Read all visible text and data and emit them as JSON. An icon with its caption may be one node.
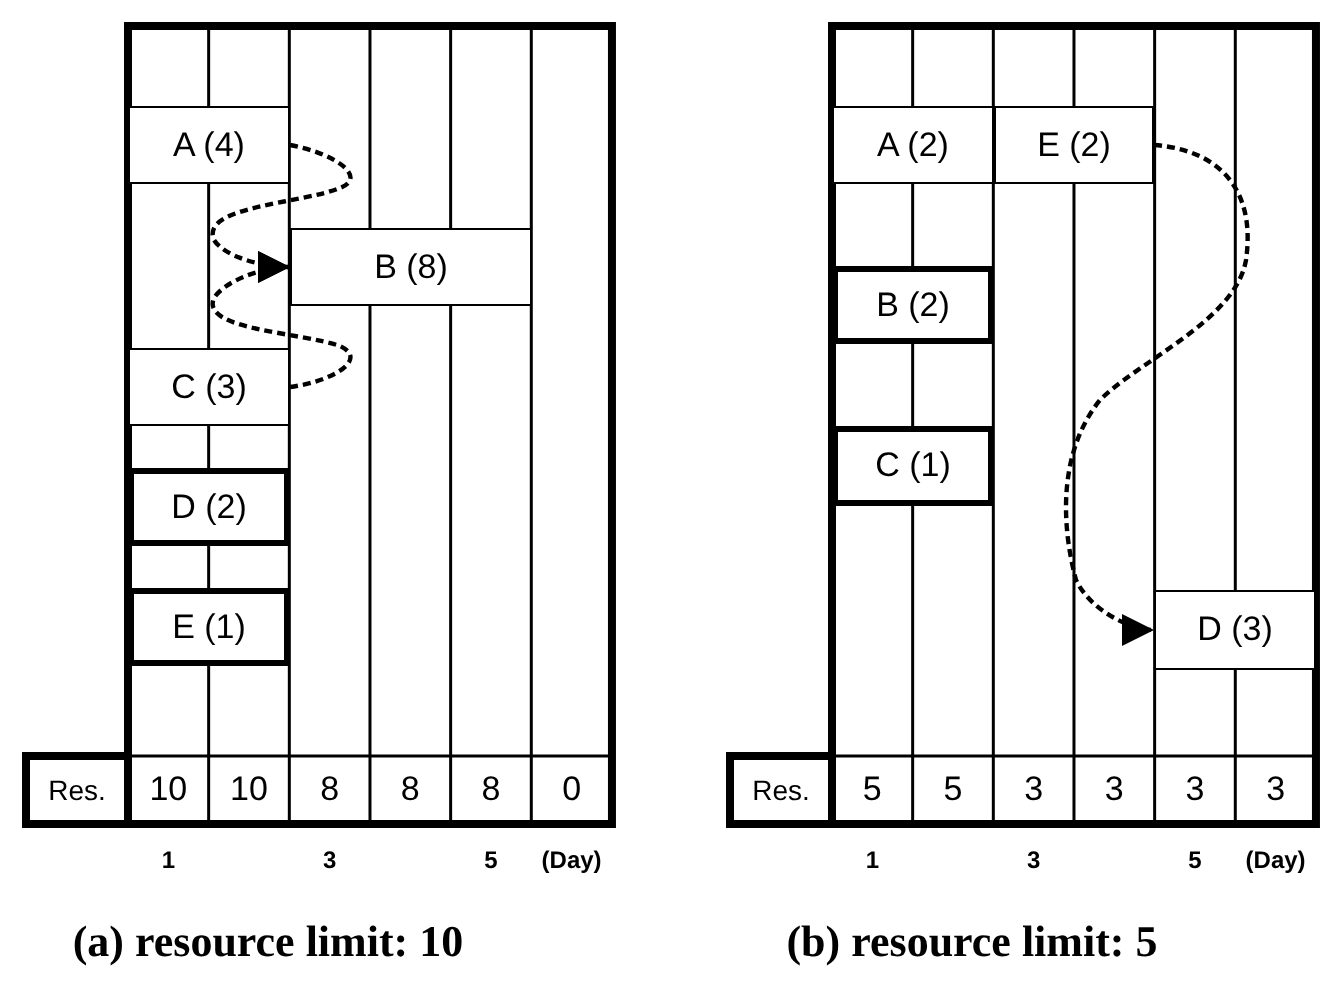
{
  "diagram": {
    "nodes": [
      {
        "text": [
          "A (4)"
        ]
      },
      {
        "text": [
          "B (8)"
        ]
      },
      {
        "text": [
          "C (3)"
        ]
      },
      {
        "text": [
          "D (2)"
        ]
      },
      {
        "text": [
          "E (1)"
        ]
      },
      {
        "text": [
          "A (2)"
        ]
      },
      {
        "text": [
          "E (2)"
        ]
      },
      {
        "text": [
          "B (2)"
        ]
      },
      {
        "text": [
          "C (1)"
        ]
      },
      {
        "text": [
          "D (3)"
        ]
      }
    ],
    "edges": [
      {
        "from": 0,
        "to": 1,
        "arrow": "to",
        "style": "dashed"
      },
      {
        "from": 2,
        "to": 1,
        "arrow": "to",
        "style": "dashed"
      },
      {
        "from": 6,
        "to": 9,
        "arrow": "to",
        "style": "dashed"
      }
    ],
    "labels": [
      "Res.",
      "10",
      "10",
      "8",
      "8",
      "8",
      "0",
      "1",
      "3",
      "5",
      "(Day)",
      "(a) resource limit: 10",
      "Res.",
      "5",
      "5",
      "3",
      "3",
      "3",
      "3",
      "1",
      "3",
      "5",
      "(Day)",
      "(b) resource limit: 5"
    ]
  }
}
